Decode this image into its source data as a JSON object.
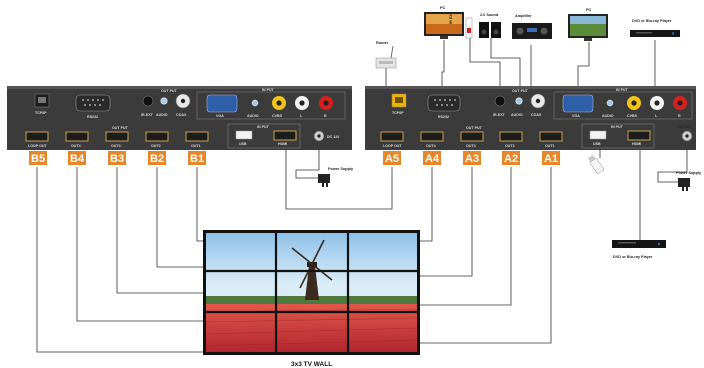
{
  "unit_b": {
    "port_labels": [
      "LOOP OUT",
      "OUT4",
      "OUT3",
      "OUT2",
      "OUT1"
    ],
    "badges": [
      "B5",
      "B4",
      "B3",
      "B2",
      "B1"
    ],
    "rear": {
      "tcpip": "TCP/IP",
      "rs232": "RS232",
      "output": "OUT PUT",
      "input": "IN PUT",
      "ir_ext": "IR-EXT",
      "audio": "AUDIO",
      "coax": "COAX",
      "vga": "VGA",
      "cvbs": "CVBS",
      "l": "L",
      "r": "R",
      "usb": "USB",
      "hdmi": "HDMI",
      "dc": "DC 12V",
      "hdmi_out": "OUT PUT",
      "hdmi_in": "IN PUT"
    },
    "power": "Power Supply"
  },
  "unit_a": {
    "port_labels": [
      "LOOP OUT",
      "OUT4",
      "OUT3",
      "OUT2",
      "OUT1"
    ],
    "badges": [
      "A5",
      "A4",
      "A3",
      "A2",
      "A1"
    ],
    "power": "Power Supply"
  },
  "accessories": {
    "router": "Router",
    "pc_top": "PC",
    "ir_ext": "IR EXT",
    "sound": "2.0 Sound",
    "amplifier": "Amplifier",
    "pc_right": "PC",
    "dvd_top": "DVD or Blu-ray Player",
    "dvd_bottom": "DVD or Blu-ray Player"
  },
  "wall": {
    "caption": "3x3 TV  WALL"
  },
  "colors": {
    "device_body": "#3b3b3b",
    "badge": "#e8862a",
    "port": "#1d1d1d",
    "hdmi_gold": "#c9a24a",
    "rca_yellow": "#f2c318",
    "rca_white": "#f2f2f2",
    "rca_red": "#d5201e",
    "vga_blue": "#2f5fa8",
    "tcpip_yellow": "#f0b400"
  }
}
